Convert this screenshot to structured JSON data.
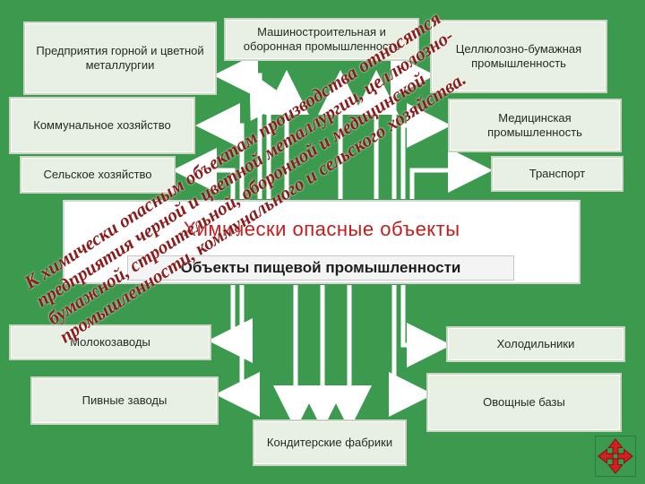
{
  "central": {
    "title": "Химически опасные объекты",
    "subtitle": "Объекты пищевой промышленности"
  },
  "boxes": {
    "mining": "Предприятия горной и цветной металлургии",
    "machine": "Машиностроительная и оборонная промышленность",
    "pulp": "Целлюлозно-бумажная промышленность",
    "communal": "Коммунальное хозяйство",
    "medical": "Медицинская промышленность",
    "agriculture": "Сельское хозяйство",
    "transport": "Транспорт",
    "dairy": "Молокозаводы",
    "beer": "Пивные заводы",
    "fridges": "Холодильники",
    "veg": "Овощные базы",
    "confection": "Кондитерские фабрики"
  },
  "overlay_text": "К химически опасным объектам производства относятся\nпредприятия черной и цветной металлургии, целлюлозно-\nбумажной, строительной, оборонной и медицинской\nпромышленности, коммунального и сельского хозяйства.",
  "colors": {
    "background": "#3c9a4f",
    "box_fill": "#e8f0e4",
    "title_red": "#c21d1d",
    "overlay_text": "#8a1c1c",
    "nav_icon": "#d21f1f"
  },
  "nav_icon_name": "four-way-arrow-icon"
}
